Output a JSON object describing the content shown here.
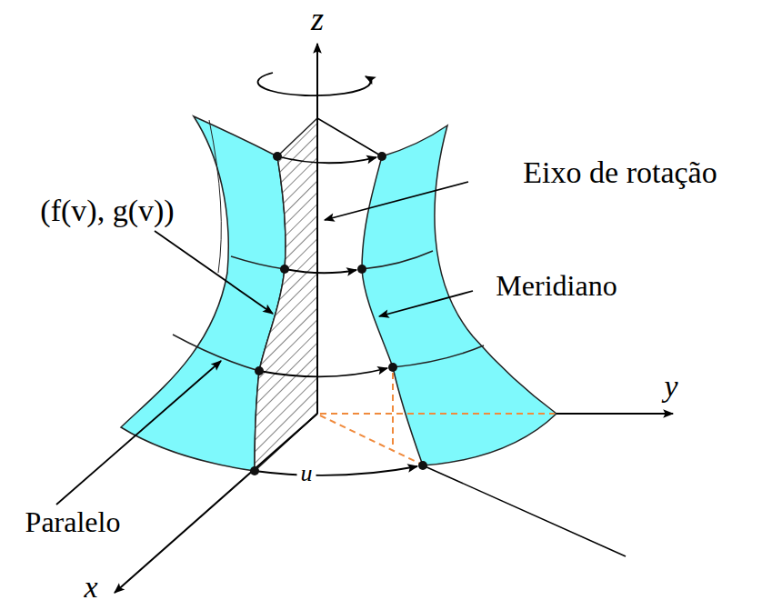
{
  "diagram": {
    "labels": [
      "z",
      "(f(v), g(v))",
      "Eixo de rotação",
      "Meridiano",
      "y",
      "Paralelo",
      "u",
      "x"
    ]
  }
}
